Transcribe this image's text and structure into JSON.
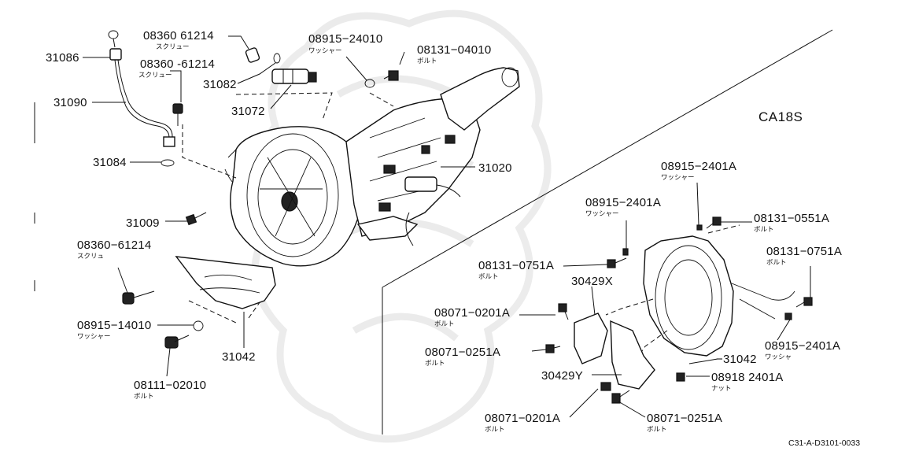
{
  "engine_code": "CA18S",
  "diagram_code": "C31-A-D3101-0033",
  "callouts": {
    "p31086": {
      "number": "31086"
    },
    "p31090": {
      "number": "31090"
    },
    "p31084": {
      "number": "31084"
    },
    "p08360_a": {
      "number": "08360  61214",
      "desc": "スクリュー"
    },
    "p08360_b": {
      "number": "08360 -61214",
      "desc": "スクリュー"
    },
    "p31082": {
      "number": "31082"
    },
    "p31072": {
      "number": "31072"
    },
    "p08915_24010": {
      "number": "08915−24010",
      "desc": "ワッシャー"
    },
    "p08131_04010": {
      "number": "08131−04010",
      "desc": "ボルト"
    },
    "p31020": {
      "number": "31020"
    },
    "p31009": {
      "number": "31009"
    },
    "p08360_c": {
      "number": "08360−61214",
      "desc": "スクリュ"
    },
    "p08915_14010": {
      "number": "08915−14010",
      "desc": "ワッシャー"
    },
    "p31042_l": {
      "number": "31042"
    },
    "p08111_02010": {
      "number": "08111−02010",
      "desc": "ボルト"
    },
    "p08915_2401A_t": {
      "number": "08915−2401A",
      "desc": "ワッシャー"
    },
    "p08915_2401A_m": {
      "number": "08915−2401A",
      "desc": "ワッシャー"
    },
    "p08131_0551A": {
      "number": "08131−0551A",
      "desc": "ボルト"
    },
    "p08131_0751A_r": {
      "number": "08131−0751A",
      "desc": "ボルト"
    },
    "p08131_0751A_l": {
      "number": "08131−0751A",
      "desc": "ボルト"
    },
    "p30429X": {
      "number": "30429X"
    },
    "p08071_0201A_t": {
      "number": "08071−0201A",
      "desc": "ボルト"
    },
    "p08071_0251A_t": {
      "number": "08071−0251A",
      "desc": "ボルト"
    },
    "p30429Y": {
      "number": "30429Y"
    },
    "p08071_0201A_b": {
      "number": "08071−0201A",
      "desc": "ボルト"
    },
    "p08071_0251A_b": {
      "number": "08071−0251A",
      "desc": "ボルト"
    },
    "p31042_r": {
      "number": "−31042"
    },
    "p08918": {
      "number": "08918  2401A",
      "desc": "ナット"
    },
    "p08915_2401A_r": {
      "number": "08915−2401A",
      "desc": "ワッシャ"
    }
  }
}
